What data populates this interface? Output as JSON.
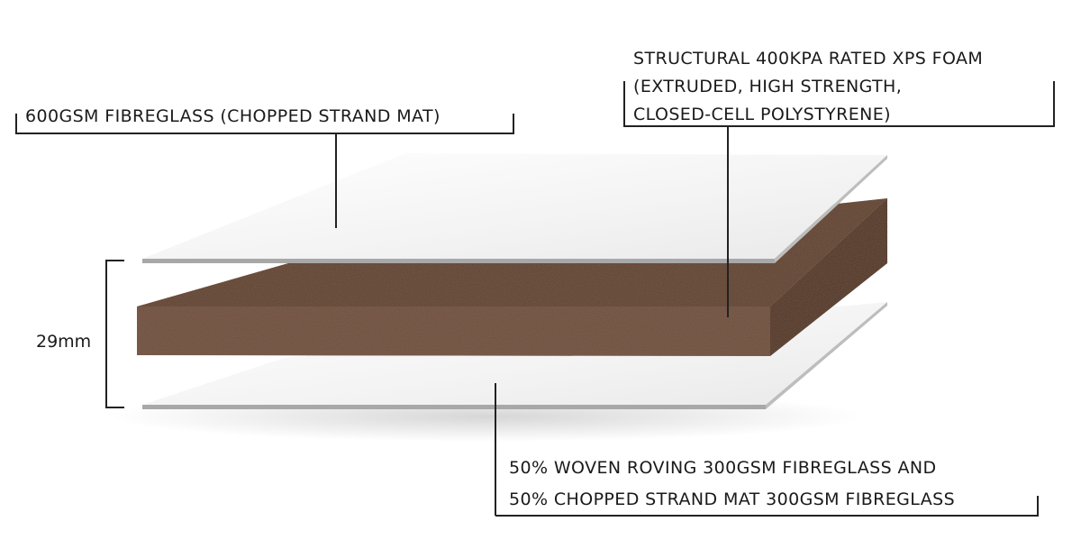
{
  "labels": {
    "top_sheet": "600GSM FIBREGLASS (CHOPPED STRAND MAT)",
    "core": [
      "STRUCTURAL 400KPA RATED XPS FOAM",
      "(EXTRUDED, HIGH STRENGTH,",
      "CLOSED-CELL POLYSTYRENE)"
    ],
    "bottom_sheet": [
      "50% WOVEN ROVING 300GSM FIBREGLASS AND",
      "50% CHOPPED STRAND MAT 300GSM FIBREGLASS"
    ],
    "thickness": "29mm"
  },
  "colors": {
    "foam_front": "#6f4f3f",
    "foam_top": "#5e4131",
    "foam_side": "#4e3426",
    "sheet_face": "#f4f4f4",
    "sheet_edge": "#a8a8a8",
    "leader": "#222222"
  }
}
